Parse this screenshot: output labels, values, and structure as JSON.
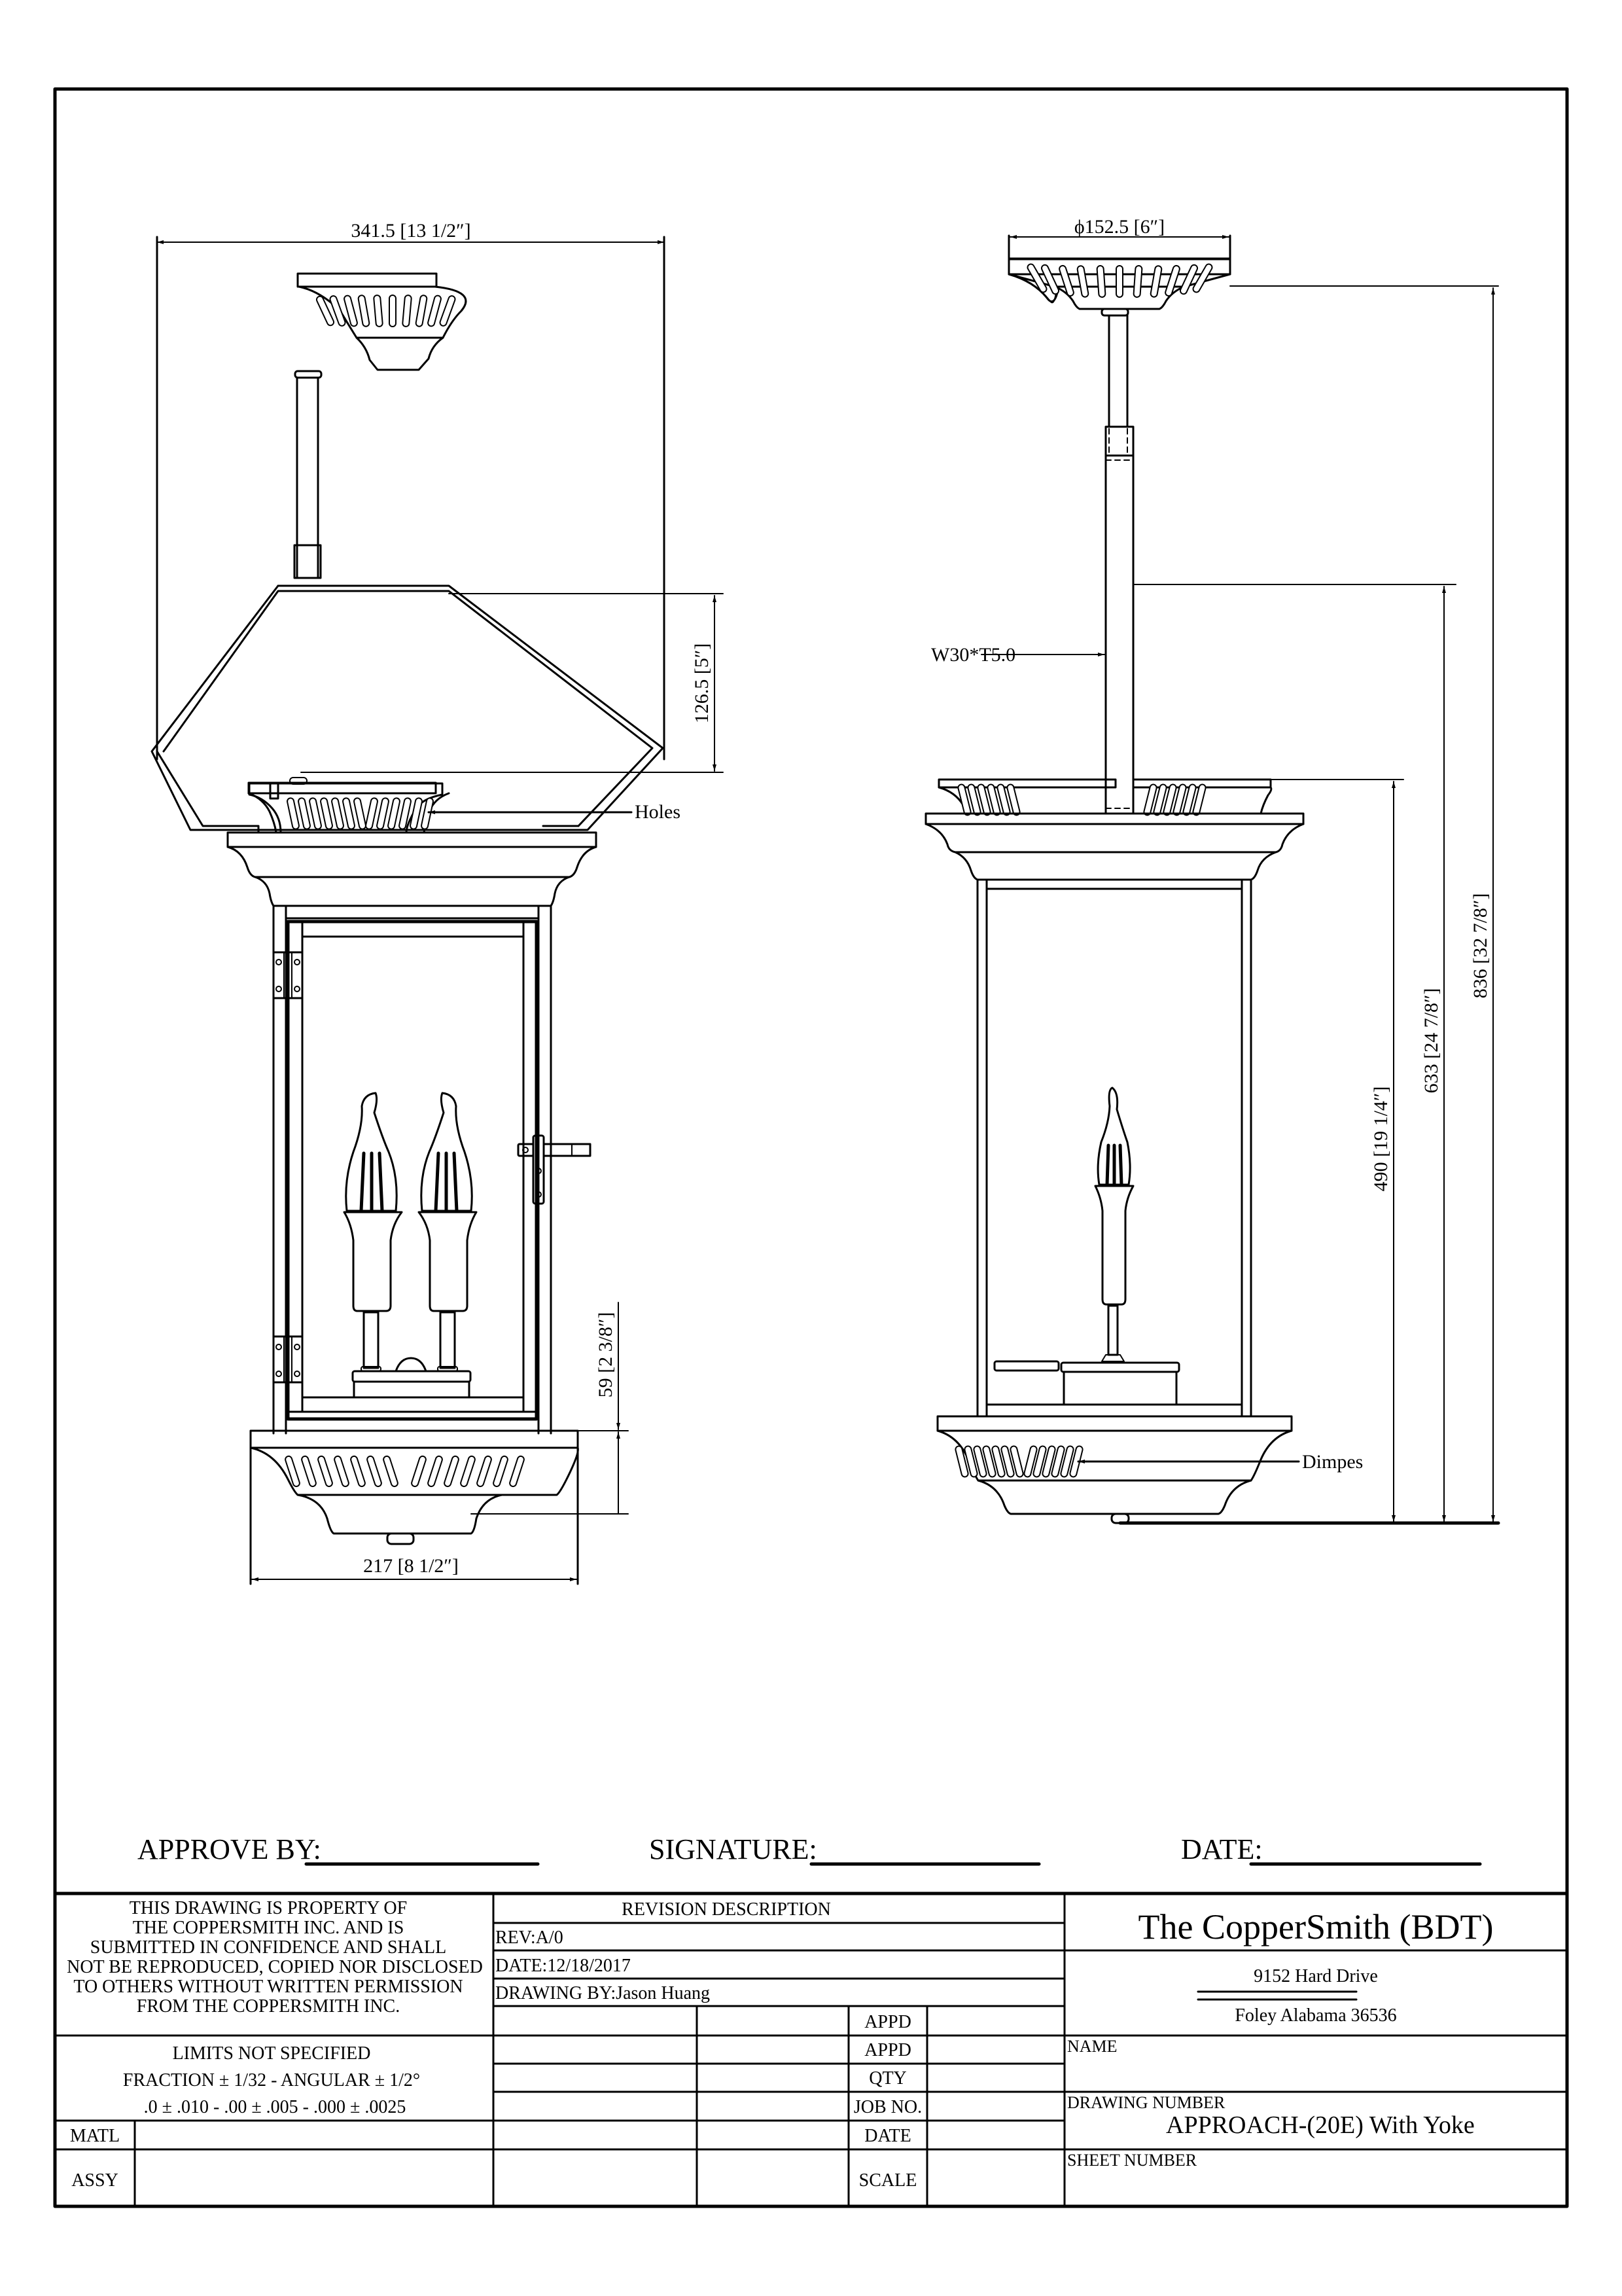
{
  "sheet": {
    "background": "#ffffff",
    "line_color": "#000000"
  },
  "front_view": {
    "dim_width_top": "341.5 [13 1/2″]",
    "dim_shade_height": "126.5 [5″]",
    "dim_bottom_height": "59 [2 3/8″]",
    "dim_width_bottom": "217 [8 1/2″]",
    "label_holes": "Holes",
    "candle_count": 2
  },
  "side_view": {
    "dim_canopy_diameter": "ϕ152.5 [6″]",
    "label_stem": "W30*T5.0",
    "label_dimples": "Dimpes",
    "dim_490": "490 [19 1/4″]",
    "dim_633": "633 [24 7/8″]",
    "dim_836": "836 [32 7/8″]",
    "candle_count": 1
  },
  "signoff": {
    "approve_by": "APPROVE BY:",
    "signature": "SIGNATURE:",
    "date": "DATE:"
  },
  "title_block": {
    "property_notice": [
      "THIS DRAWING IS PROPERTY OF",
      "THE COPPERSMITH INC. AND IS",
      "SUBMITTED IN CONFIDENCE AND SHALL",
      "NOT BE REPRODUCED, COPIED NOR DISCLOSED",
      "TO OTHERS WITHOUT WRITTEN PERMISSION",
      "FROM THE COPPERSMITH INC."
    ],
    "limits": [
      "LIMITS NOT SPECIFIED",
      "FRACTION ± 1/32 - ANGULAR ± 1/2°",
      ".0 ± .010 - .00 ± .005 - .000 ± .0025"
    ],
    "matl_label": "MATL",
    "assy_label": "ASSY",
    "revision_header": "REVISION DESCRIPTION",
    "rev": "REV:A/0",
    "date": "DATE:12/18/2017",
    "drawing_by": "DRAWING BY:Jason Huang",
    "field_labels": [
      "APPD",
      "APPD",
      "QTY",
      "JOB NO.",
      "DATE",
      "SCALE"
    ],
    "company": "The CopperSmith (BDT)",
    "address_line1": "9152 Hard Drive",
    "address_line2": "Foley Alabama 36536",
    "name_label": "NAME",
    "drawing_number_label": "DRAWING NUMBER",
    "drawing_number": "APPROACH-(20E) With Yoke",
    "sheet_number_label": "SHEET NUMBER"
  }
}
